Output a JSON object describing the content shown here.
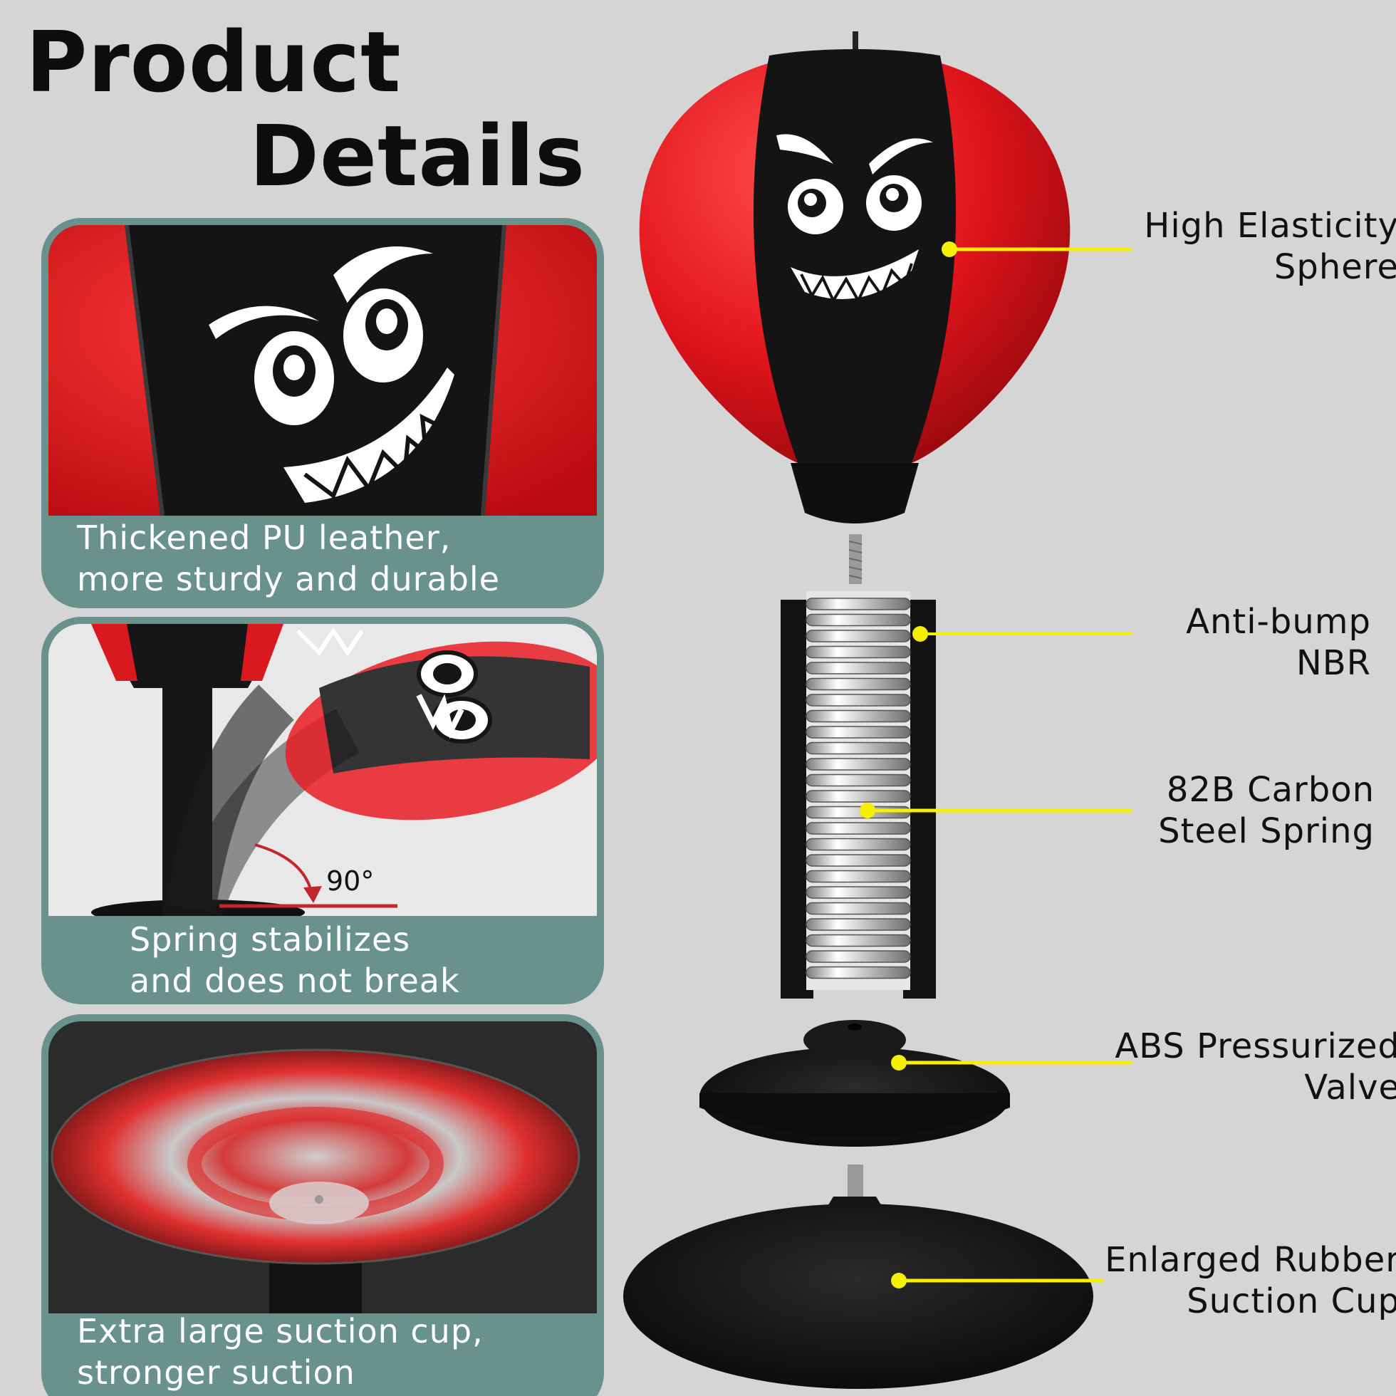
{
  "header": {
    "title_line_1": "Product",
    "title_line_2": "Details"
  },
  "features": [
    {
      "line_1": "Thickened PU leather,",
      "line_2": "more sturdy and durable"
    },
    {
      "line_1": "Spring stabilizes",
      "line_2": "and does not break",
      "angle_label": "90°"
    },
    {
      "line_1": "Extra large suction cup,",
      "line_2": "stronger suction"
    }
  ],
  "callouts": [
    {
      "line_1": "High Elasticity",
      "line_2": "Sphere"
    },
    {
      "line_1": "Anti-bump",
      "line_2": "NBR"
    },
    {
      "line_1": "82B Carbon",
      "line_2": "Steel Spring"
    },
    {
      "line_1": "ABS Pressurized",
      "line_2": "Valve"
    },
    {
      "line_1": "Enlarged Rubber",
      "line_2": "Suction Cup"
    }
  ],
  "colors": {
    "background": "#d5d5d5",
    "card": "#6a928d",
    "leather_red": "#e0141b",
    "leather_black": "#141414",
    "callout_line": "#f4f000"
  }
}
